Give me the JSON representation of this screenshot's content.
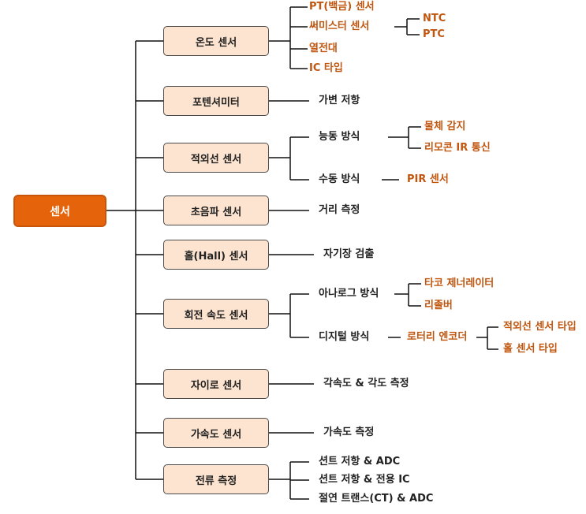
{
  "root": "센서",
  "sensors": [
    "온도 센서",
    "포텐셔미터",
    "적외선 센서",
    "초음파 센서",
    "홀(Hall) 센서",
    "회전 속도 센서",
    "자이로 센서",
    "가속도 센서",
    "전류 측정"
  ],
  "temperature": {
    "items": [
      "PT(백금) 센서",
      "써미스터 센서",
      "열전대",
      "IC 타입"
    ],
    "thermistor_types": [
      "NTC",
      "PTC"
    ]
  },
  "potentiometer": {
    "detail": "가변 저항"
  },
  "infrared": {
    "active": "능동 방식",
    "active_items": [
      "물체 감지",
      "리모콘 IR 통신"
    ],
    "passive": "수동 방식",
    "passive_item": "PIR 센서"
  },
  "ultrasonic": {
    "detail": "거리 측정"
  },
  "hall": {
    "detail": "자기장 검출"
  },
  "rotation": {
    "analog": "아나로그 방식",
    "analog_items": [
      "타코 제너레이터",
      "리졸버"
    ],
    "digital": "디지털 방식",
    "digital_item": "로터리 엔코더",
    "encoder_types": [
      "적외선 센서 타입",
      "홀 센서 타입"
    ]
  },
  "gyro": {
    "detail": "각속도 & 각도 측정"
  },
  "accelerometer": {
    "detail": "가속도  측정"
  },
  "current": {
    "items": [
      "션트 저항 & ADC",
      "션트 저항 & 전용 IC",
      "절연 트랜스(CT) & ADC"
    ]
  },
  "colors": {
    "root_fill": "#e5640b",
    "box_fill": "#fde4d0",
    "accent_text": "#c0560f",
    "line": "#111111"
  }
}
